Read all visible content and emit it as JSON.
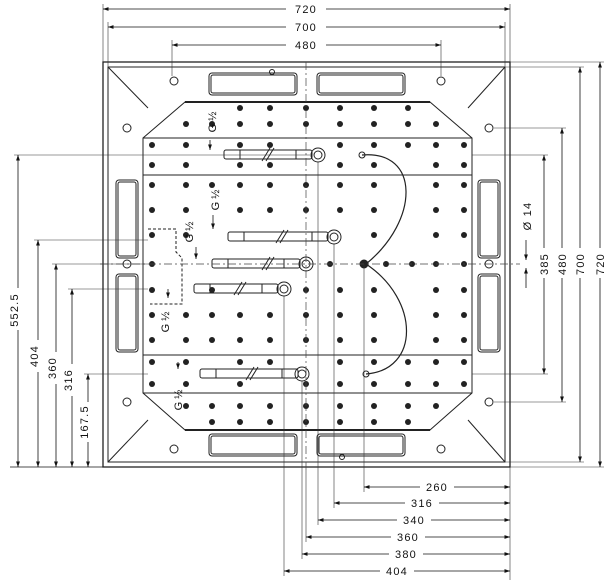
{
  "top_dimensions": [
    "720",
    "700",
    "480"
  ],
  "right_dimensions": [
    "Ø 14",
    "385",
    "480",
    "700",
    "720"
  ],
  "left_dimensions": [
    "552.5",
    "404",
    "360",
    "316",
    "167.5"
  ],
  "bottom_dimensions": [
    "260",
    "316",
    "340",
    "360",
    "380",
    "404"
  ],
  "connection_labels": [
    "G ½",
    "G ½",
    "G ½",
    "G ½",
    "G ½"
  ]
}
